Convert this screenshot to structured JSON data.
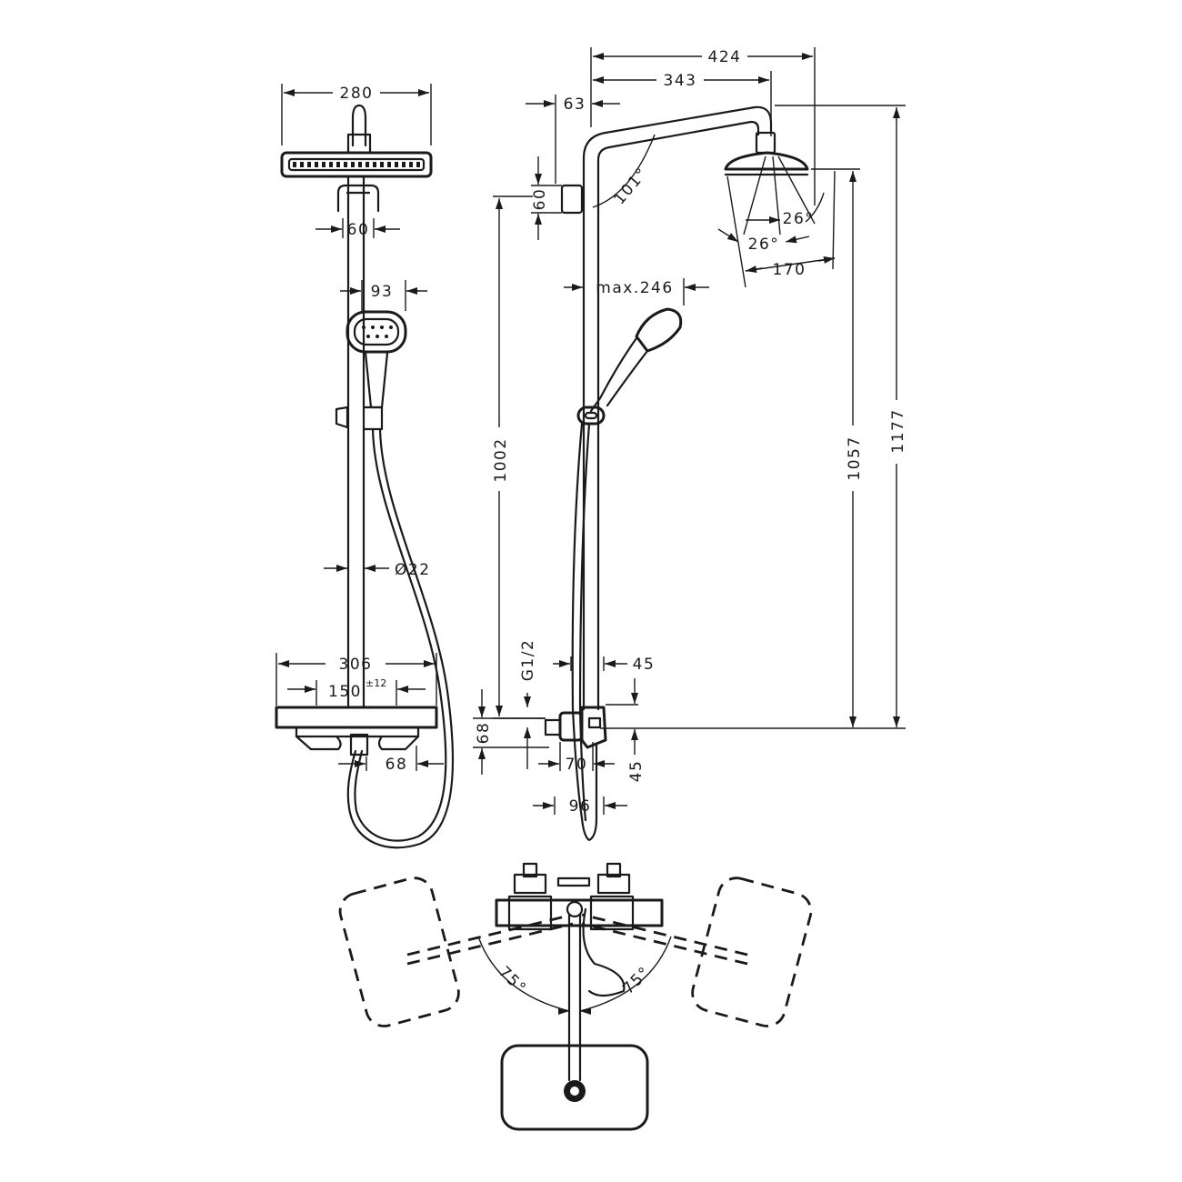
{
  "dimensions": {
    "front_head_width": "280",
    "front_holder_width": "60",
    "front_handshower_width": "93",
    "rail_diameter": "Ø22",
    "thermostat_width": "306",
    "connection_distance": "150",
    "connection_tolerance": "±12",
    "outlet_offset": "68",
    "arm_total_reach": "424",
    "arm_reach": "343",
    "wall_offset": "63",
    "bracket_height": "60",
    "arm_angle": "101°",
    "head_tilt_right": "26°",
    "head_tilt_left": "26°",
    "head_diameter": "170",
    "max_projection": "max.246",
    "rail_height": "1002",
    "head_height": "1057",
    "total_height": "1177",
    "thread_size": "G1/2",
    "upper_offset": "45",
    "lower_offset": "45",
    "side_height": "68",
    "side_depth": "70",
    "side_total_depth": "96",
    "swivel_angle_left": "75°",
    "swivel_angle_right": "75°"
  }
}
